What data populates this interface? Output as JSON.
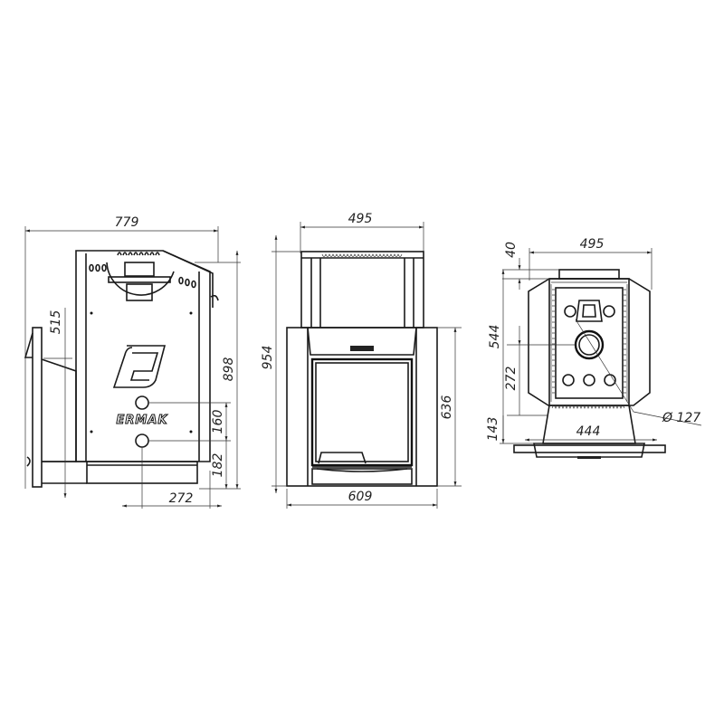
{
  "side_view": {
    "dims": {
      "overall_depth": "779",
      "overall_height": "898",
      "tank_height": "515",
      "pipe_spacing": "160",
      "pipe_height": "182",
      "pipe_offset": "272"
    },
    "brand_logo": "ERMAK"
  },
  "front_view": {
    "dims": {
      "top_width": "495",
      "overall_height": "954",
      "body_height": "636",
      "body_width": "609"
    }
  },
  "top_view": {
    "dims": {
      "width": "495",
      "top_offset": "40",
      "height": "544",
      "center_height": "272",
      "base_height": "143",
      "base_width": "444",
      "chimney_diameter": "Ø 127"
    }
  }
}
